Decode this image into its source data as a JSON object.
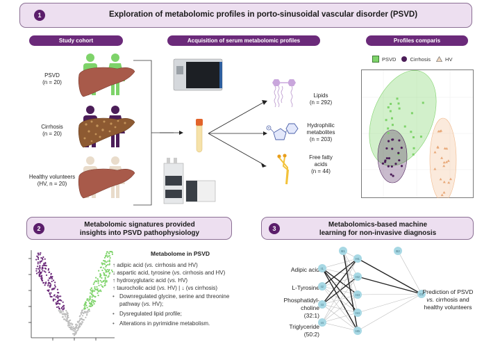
{
  "panel1": {
    "number": "1",
    "title": "Exploration of metabolomic profiles in porto-sinusoidal vascular disorder (PSVD)",
    "study_cohort": {
      "pill": "Study cohort",
      "groups": [
        {
          "name": "PSVD",
          "n": "(n = 20)",
          "color": "#7ed36a"
        },
        {
          "name": "Cirrhosis",
          "n": "(n = 20)",
          "color": "#4b1d58"
        },
        {
          "name": "Healthy volunteers",
          "n": "(HV, n = 20)",
          "color": "#e9dccb"
        }
      ]
    },
    "acquisition": {
      "pill": "Acquisition of serum metabolomic profiles",
      "outputs": [
        {
          "line1": "Lipids",
          "line2": "(n = 292)",
          "line3": ""
        },
        {
          "line1": "Hydrophilic",
          "line2": "metabolites",
          "line3": "(n = 203)"
        },
        {
          "line1": "Free fatty",
          "line2": "acids",
          "line3": "(n = 44)"
        }
      ]
    },
    "profiles": {
      "pill": "Profiles comparis",
      "legend": [
        {
          "label": "PSVD",
          "color": "#7ed36a",
          "shape": "square"
        },
        {
          "label": "Cirrhosis",
          "color": "#4b1d58",
          "shape": "circle"
        },
        {
          "label": "HV",
          "color": "#f1c9a5",
          "shape": "triangle"
        }
      ]
    }
  },
  "panel2": {
    "number": "2",
    "title_line1": "Metabolomic signatures provided",
    "title_line2": "insights into PSVD pathophysiology",
    "heading": "Metabolome in PSVD",
    "items": [
      {
        "arrow": "↑",
        "text": "adipic acid (",
        "vs": "vs.",
        "rest": " cirrhosis and HV)"
      },
      {
        "arrow": "↓",
        "text": "aspartic acid, tyrosine (",
        "vs": "vs.",
        "rest": " cirrhosis and HV)"
      },
      {
        "arrow": "↑",
        "text": "hydroxyglutaric acid (",
        "vs": "vs.",
        "rest": " HV)"
      },
      {
        "arrow": "↑",
        "text": "taurocholic acid  (",
        "vs": "vs.",
        "rest": " HV) | ↓ (vs cirrhosis)"
      }
    ],
    "bullets": [
      {
        "text": "Downregulated glycine, serine and threonine",
        "text2": "pathway (",
        "vs": "vs.",
        "rest": " HV);"
      },
      {
        "text": "Dysregulated lipid profile;"
      },
      {
        "text": "Alterations in pyrimidine metabolism."
      }
    ],
    "volcano_colors": {
      "down": "#6b2a7a",
      "up": "#7ed36a",
      "ns": "#bdbdbd"
    }
  },
  "panel3": {
    "number": "3",
    "title_line1": "Metabolomics-based machine",
    "title_line2": "learning for non-invasive diagnosis",
    "inputs": [
      "Adipic acid",
      "L-Tyrosine",
      "Phosphatidyl-",
      "choline",
      "(32:1)",
      "Triglyceride",
      "(50:2)"
    ],
    "nodes": {
      "input": [
        "I1",
        "I2",
        "I3",
        "I4"
      ],
      "hidden": [
        "H1",
        "H2",
        "H3",
        "H4",
        "H5"
      ],
      "bias": [
        "B1",
        "B2"
      ],
      "output": [
        "O1"
      ]
    },
    "prediction_line1": "Prediction of PSVD",
    "prediction_vs": "vs.",
    "prediction_line2_rest": " cirrhosis and",
    "prediction_line3": "healthy volunteers"
  }
}
